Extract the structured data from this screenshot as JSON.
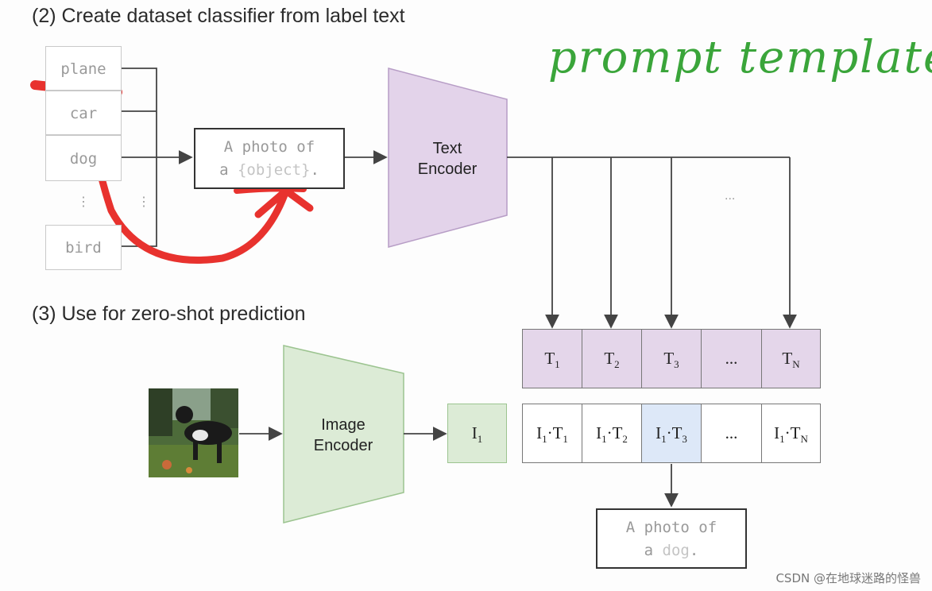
{
  "section2": {
    "title": "(2) Create dataset classifier from label text"
  },
  "section3": {
    "title": "(3) Use for zero-shot prediction"
  },
  "labels": [
    "plane",
    "car",
    "dog",
    "bird"
  ],
  "label_ellipsis": "⋮",
  "template": {
    "line1": "A photo of",
    "line2_prefix": "a ",
    "line2_object": "{object}",
    "line2_suffix": "."
  },
  "text_encoder": {
    "line1": "Text",
    "line2": "Encoder"
  },
  "image_encoder": {
    "line1": "Image",
    "line2": "Encoder"
  },
  "image_feature": {
    "base": "I",
    "sub": "1"
  },
  "text_features": [
    {
      "base": "T",
      "sub": "1"
    },
    {
      "base": "T",
      "sub": "2"
    },
    {
      "base": "T",
      "sub": "3"
    },
    {
      "base": "...",
      "sub": ""
    },
    {
      "base": "T",
      "sub": "N"
    }
  ],
  "products": [
    {
      "a": "I",
      "asub": "1",
      "b": "T",
      "bsub": "1"
    },
    {
      "a": "I",
      "asub": "1",
      "b": "T",
      "bsub": "2"
    },
    {
      "a": "I",
      "asub": "1",
      "b": "T",
      "bsub": "3"
    },
    {
      "a": "...",
      "asub": "",
      "b": "",
      "bsub": ""
    },
    {
      "a": "I",
      "asub": "1",
      "b": "T",
      "bsub": "N"
    }
  ],
  "highlighted_index": 2,
  "fanout_ellipsis": "...",
  "result": {
    "line1": "A photo of",
    "line2_prefix": "a ",
    "line2_object": "dog",
    "line2_suffix": "."
  },
  "annotation": {
    "text": "prompt template",
    "color": "#3aa53a"
  },
  "watermark": "CSDN @在地球迷路的怪兽",
  "colors": {
    "text_encoder": "#e3d3ea",
    "image_encoder": "#dcebd6",
    "highlight": "#dde8f8",
    "annotation_red": "#e8322e"
  }
}
